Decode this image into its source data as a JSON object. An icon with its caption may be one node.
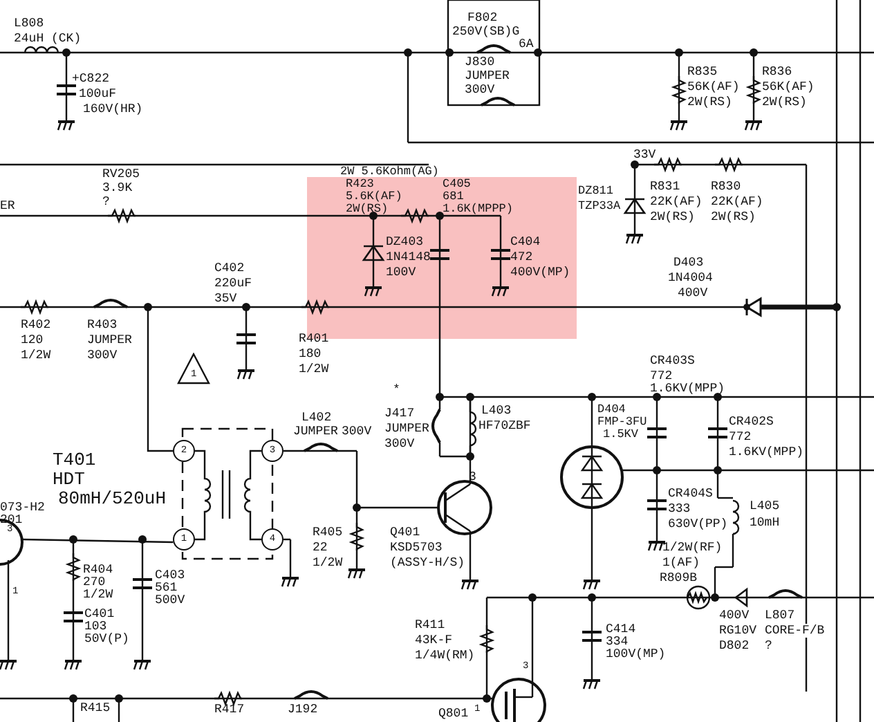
{
  "diagram": {
    "nodes": [
      {
        "text": [],
        "shape": "diode"
      },
      {
        "text": [
          "2"
        ]
      },
      {
        "text": [
          "3"
        ]
      },
      {
        "text": [],
        "shape": "circle"
      },
      {
        "text": [
          "1"
        ]
      },
      {
        "text": [
          "4"
        ]
      }
    ],
    "edges": [
      {
        "from": 1,
        "to": 0,
        "arrow": "other"
      },
      {
        "from": 4,
        "to": 3,
        "arrow": "none"
      }
    ],
    "labels": [
      "L808",
      "24uH (CK)",
      "+C822",
      "100uF",
      "160V(HR)",
      "F802",
      "250V(SB)G",
      "6A",
      "J830",
      "JUMPER",
      "300V",
      "R835",
      "56K(AF)",
      "2W(RS)",
      "R836",
      "56K(AF)",
      "2W(RS)",
      "33V",
      "RV205",
      "3.9K",
      "ER",
      "?",
      "2W 5.6Kohm(AG)",
      "R423",
      "5.6K(AF)",
      "2W(RS)",
      "C405",
      "681",
      "1.6K(MPPP)",
      "DZ811",
      "TZP33A",
      "R831",
      "22K(AF)",
      "2W(RS)",
      "R830",
      "22K(AF)",
      "2W(RS)",
      "DZ403",
      "1N4148",
      "100V",
      "C404",
      "472",
      "400V(MP)",
      "D403",
      "1N4004",
      "400V",
      "C402",
      "220uF",
      "35V",
      "R402",
      "120",
      "1/2W",
      "R403",
      "JUMPER",
      "300V",
      "R401",
      "180",
      "1/2W",
      "1",
      "CR403S",
      "772",
      "1.6KV(MPP)",
      "*",
      "J417",
      "JUMPER",
      "300V",
      "L403",
      "HF70ZBF",
      "D404",
      "FMP-3FU",
      "1.5KV",
      "CR402S",
      "772",
      "1.6KV(MPP)",
      "L402",
      "JUMPER",
      "300V",
      "T401",
      "HDT",
      "80mH/520uH",
      "3",
      "CR404S",
      "333",
      "630V(PP)",
      "L405",
      "10mH",
      "073-H2",
      "201",
      "3",
      "R405",
      "22",
      "1/2W",
      "Q401",
      "KSD5703",
      "(ASSY-H/S)",
      "1",
      "1/2W(RF)",
      "1(AF)",
      "R809B",
      "R404",
      "270",
      "1/2W",
      "C403",
      "561",
      "500V",
      "C401",
      "103",
      "50V(P)",
      "R411",
      "43K-F",
      "1/4W(RM)",
      "C414",
      "334",
      "100V(MP)",
      "400V",
      "RG10V",
      "D802",
      "L807",
      "CORE-F/B",
      "?",
      "3",
      "1",
      "R415",
      "R417",
      "J192",
      "Q801"
    ]
  }
}
